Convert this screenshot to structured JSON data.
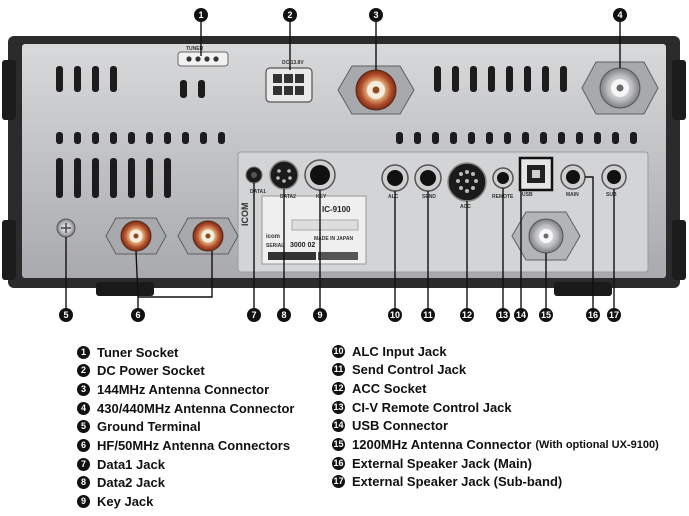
{
  "diagram": {
    "title": "IC-9100 rear panel connectors",
    "brand_mark": "ICOM",
    "panel_label_model": "IC-9100",
    "panel_label_made_in": "MADE IN JAPAN",
    "panel_label_icom": "icom",
    "panel_label_serial": "SERIAL",
    "panel_label_serial_number": "3000 02",
    "panel_small_labels": [
      "DATA1",
      "DATA2",
      "KEY",
      "ALC",
      "SEND",
      "ACC",
      "REMOTE",
      "USB",
      "MAIN",
      "SUB",
      "TUNER",
      "DC 13.8V"
    ],
    "colors": {
      "chassis": "#2b2b2b",
      "panel": "#c9cacc",
      "callout": "#111111",
      "connector_gold": "#b7562f",
      "metal": "#b9babd"
    }
  },
  "callouts": [
    {
      "num": "1"
    },
    {
      "num": "2"
    },
    {
      "num": "3"
    },
    {
      "num": "4"
    },
    {
      "num": "5"
    },
    {
      "num": "6"
    },
    {
      "num": "7"
    },
    {
      "num": "8"
    },
    {
      "num": "9"
    },
    {
      "num": "10"
    },
    {
      "num": "11"
    },
    {
      "num": "12"
    },
    {
      "num": "13"
    },
    {
      "num": "14"
    },
    {
      "num": "15"
    },
    {
      "num": "16"
    },
    {
      "num": "17"
    }
  ],
  "legend_left": [
    {
      "num": "1",
      "label": "Tuner Socket"
    },
    {
      "num": "2",
      "label": "DC Power Socket"
    },
    {
      "num": "3",
      "label": "144MHz Antenna Connector"
    },
    {
      "num": "4",
      "label": "430/440MHz Antenna Connector"
    },
    {
      "num": "5",
      "label": "Ground Terminal"
    },
    {
      "num": "6",
      "label": "HF/50MHz Antenna Connectors"
    },
    {
      "num": "7",
      "label": "Data1 Jack"
    },
    {
      "num": "8",
      "label": "Data2 Jack"
    },
    {
      "num": "9",
      "label": "Key Jack"
    }
  ],
  "legend_right": [
    {
      "num": "10",
      "label": "ALC Input Jack"
    },
    {
      "num": "11",
      "label": "Send Control Jack"
    },
    {
      "num": "12",
      "label": "ACC Socket"
    },
    {
      "num": "13",
      "label": "CI-V Remote Control Jack"
    },
    {
      "num": "14",
      "label": "USB Connector"
    },
    {
      "num": "15",
      "label": "1200MHz Antenna Connector",
      "note": "(With optional UX-9100)"
    },
    {
      "num": "16",
      "label": "External Speaker Jack (Main)"
    },
    {
      "num": "17",
      "label": "External Speaker Jack (Sub-band)"
    }
  ]
}
